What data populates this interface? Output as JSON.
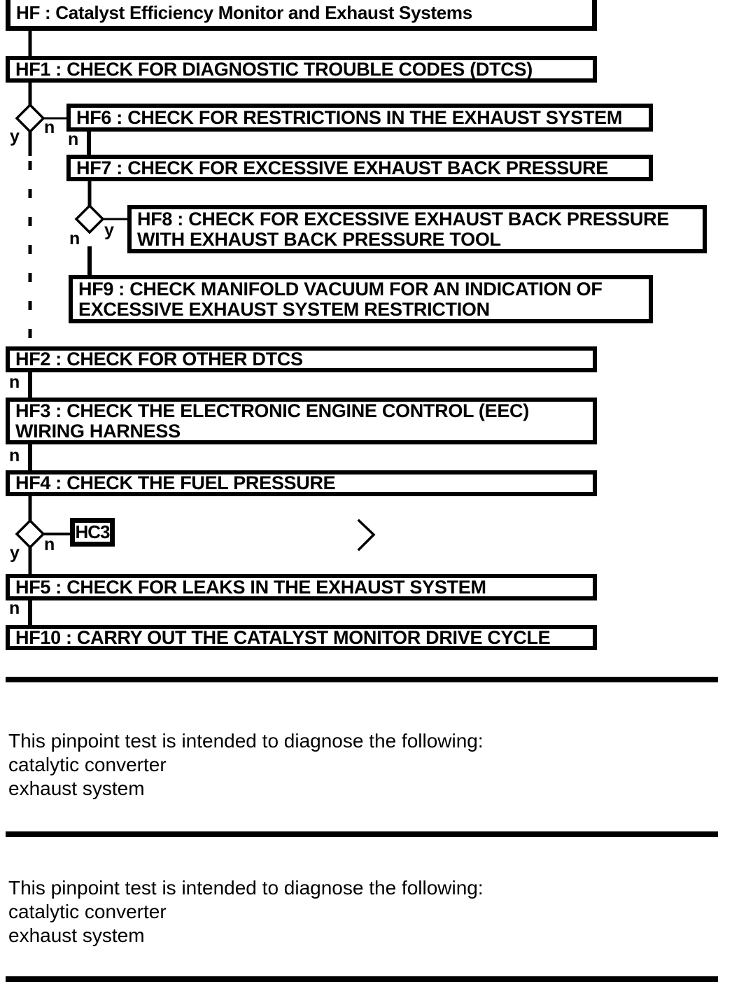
{
  "page": {
    "background": "#ffffff",
    "ink": "#000000"
  },
  "flowchart": {
    "title": {
      "lines": [
        "HF : Catalyst Efficiency Monitor and Exhaust Systems"
      ]
    },
    "branch": {
      "yes": "y",
      "no": "n"
    },
    "nodes": {
      "hf1": {
        "lines": [
          "HF1 : CHECK FOR DIAGNOSTIC TROUBLE CODES (DTCS)"
        ]
      },
      "hf6": {
        "lines": [
          "HF6 : CHECK FOR RESTRICTIONS IN THE EXHAUST SYSTEM"
        ]
      },
      "hf7": {
        "lines": [
          "HF7 : CHECK FOR EXCESSIVE EXHAUST BACK PRESSURE"
        ]
      },
      "hf8": {
        "lines": [
          "HF8 : CHECK FOR EXCESSIVE EXHAUST BACK PRESSURE",
          "WITH EXHAUST BACK PRESSURE TOOL"
        ]
      },
      "hf9": {
        "lines": [
          "HF9 : CHECK MANIFOLD VACUUM FOR AN INDICATION OF",
          "EXCESSIVE EXHAUST SYSTEM RESTRICTION"
        ]
      },
      "hf2": {
        "lines": [
          "HF2 : CHECK FOR OTHER DTCS"
        ]
      },
      "hf3": {
        "lines": [
          "HF3 : CHECK THE ELECTRONIC ENGINE CONTROL (EEC)",
          "WIRING HARNESS"
        ]
      },
      "hf4": {
        "lines": [
          "HF4 : CHECK THE FUEL PRESSURE"
        ]
      },
      "hc3": {
        "lines": [
          "HC3"
        ]
      },
      "hf5": {
        "lines": [
          "HF5 : CHECK FOR LEAKS IN THE EXHAUST SYSTEM"
        ]
      },
      "hf10": {
        "lines": [
          "HF10 : CARRY OUT THE CATALYST MONITOR DRIVE CYCLE"
        ]
      }
    },
    "icons": {
      "page_continuation": "chevron-right"
    }
  },
  "notes": [
    {
      "lines": [
        "This pinpoint test is intended to diagnose the following:",
        "catalytic converter",
        "exhaust system"
      ]
    },
    {
      "lines": [
        "This pinpoint test is intended to diagnose the following:",
        "catalytic converter",
        "exhaust system"
      ]
    }
  ]
}
